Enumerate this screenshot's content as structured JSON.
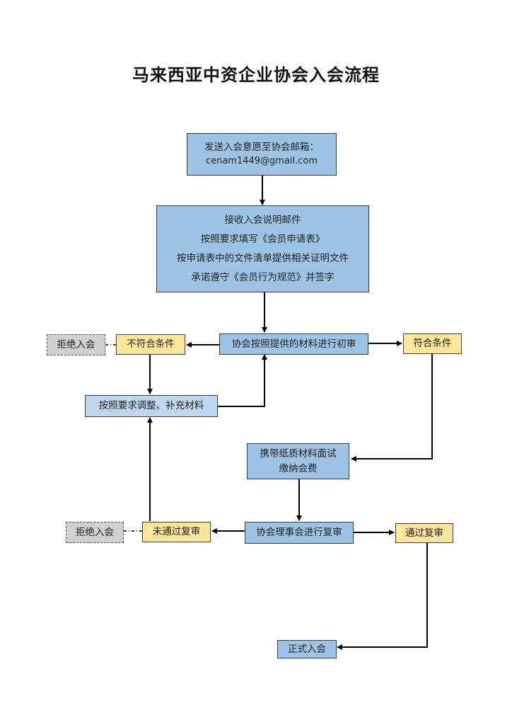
{
  "title": "马来西亚中资企业协会入会流程",
  "colors": {
    "process_fill": "#9dc3e6",
    "adjust_fill": "#bdd7ee",
    "decision_fill": "#ffe699",
    "reject_fill": "#d0d0d0",
    "stroke": "#000000"
  },
  "nodes": {
    "send_email": {
      "line1": "发送入会意愿至协会邮箱：",
      "line2": "cenam1449@gmail.com"
    },
    "receive_email": {
      "lines": [
        "接收入会说明邮件",
        "按照要求填写《会员申请表》",
        "按申请表中的文件清单提供相关证明文件",
        "承诺遵守《会员行为规范》并签字"
      ]
    },
    "initial_review": "协会按照提供的材料进行初审",
    "not_qualified": "不符合条件",
    "reject_1": "拒绝入会",
    "qualified": "符合条件",
    "adjust_materials": "按照要求调整、补充材料",
    "interview": {
      "line1": "携带纸质材料面试",
      "line2": "缴纳会费"
    },
    "council_review": "协会理事会进行复审",
    "failed_review": "未通过复审",
    "reject_2": "拒绝入会",
    "passed_review": "通过复审",
    "official_member": "正式入会"
  }
}
